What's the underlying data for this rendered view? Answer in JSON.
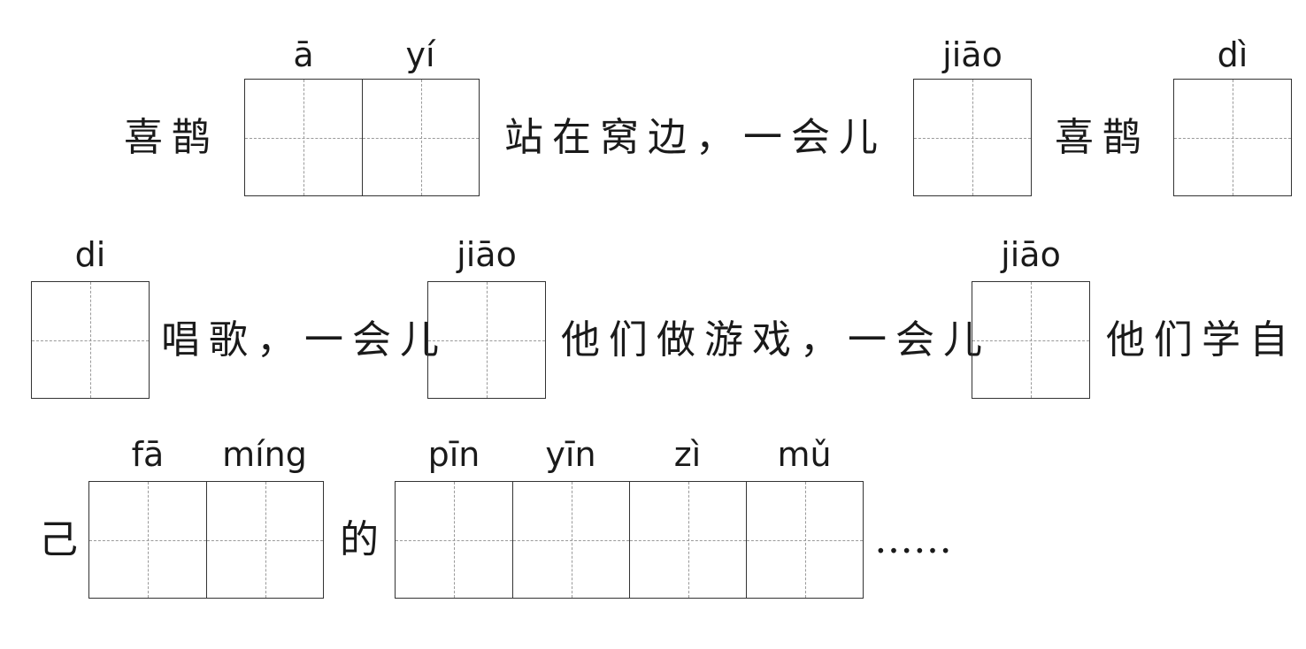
{
  "rows": [
    {
      "texts": [
        "喜鹊",
        "站在窝边，一会儿",
        "喜鹊"
      ],
      "pinyin": [
        "ā",
        "yí",
        "jiāo",
        "dì"
      ]
    },
    {
      "texts": [
        "唱歌，一会儿",
        "他们做游戏，一会儿",
        "他们学自"
      ],
      "pinyin": [
        "di",
        "jiāo",
        "jiāo"
      ]
    },
    {
      "texts": [
        "己",
        "的",
        "……"
      ],
      "pinyin": [
        "fā",
        "míng",
        "pīn",
        "yīn",
        "zì",
        "mǔ"
      ]
    }
  ]
}
